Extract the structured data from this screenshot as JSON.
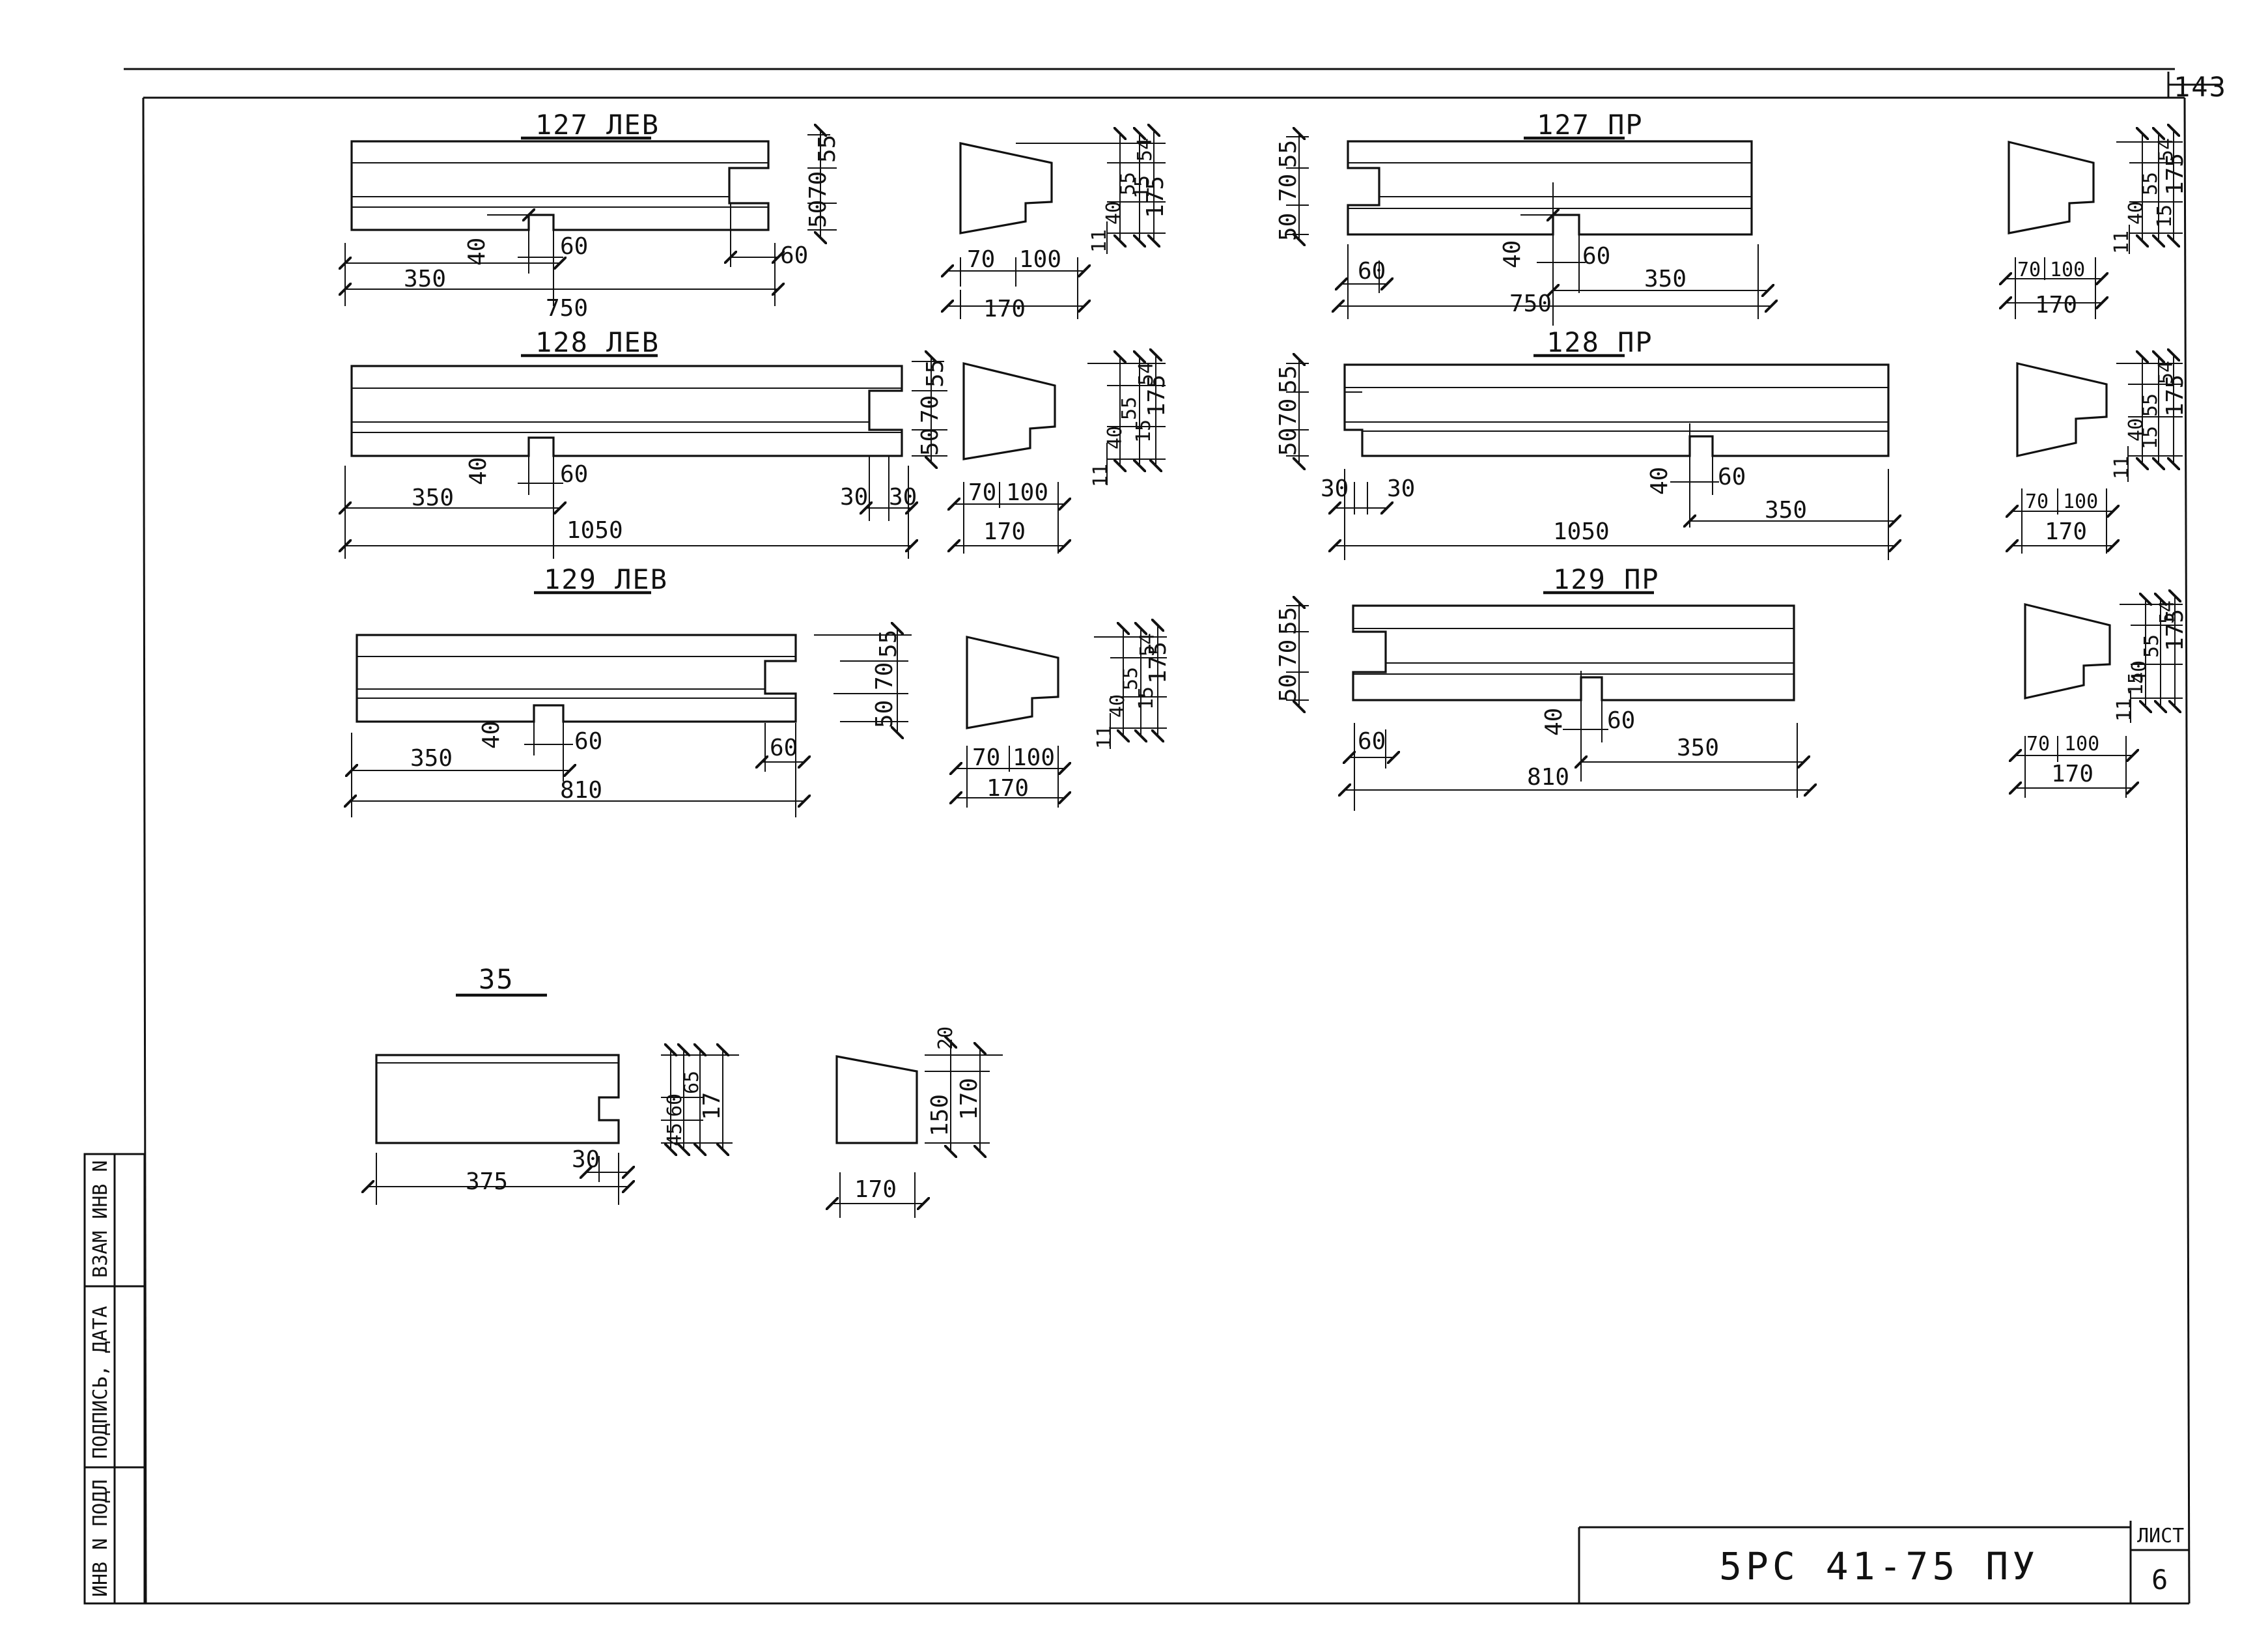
{
  "sheet": {
    "page_number": "143",
    "designation": "5РС 41-75 ПУ",
    "sheet_label": "ЛИСТ",
    "sheet_number": "6",
    "margin_fields": [
      "ИНВ N ПОДЛ",
      "ПОДПИСЬ, ДАТА",
      "ВЗАМ ИНВ N"
    ]
  },
  "parts": {
    "p127l": {
      "title": "127 ЛЕВ",
      "dims": [
        "350",
        "40",
        "60",
        "750",
        "60",
        "55",
        "70",
        "50"
      ],
      "section_dims": [
        "70",
        "100",
        "170",
        "54",
        "55",
        "15",
        "40",
        "175",
        "11"
      ]
    },
    "p128l": {
      "title": "128 ЛЕВ",
      "dims": [
        "350",
        "40",
        "60",
        "1050",
        "30",
        "30",
        "55",
        "70",
        "50"
      ],
      "section_dims": [
        "70",
        "100",
        "170",
        "54",
        "55",
        "15",
        "40",
        "175",
        "11"
      ]
    },
    "p129l": {
      "title": "129 ЛЕВ",
      "dims": [
        "350",
        "40",
        "60",
        "810",
        "60",
        "55",
        "70",
        "50"
      ],
      "section_dims": [
        "70",
        "100",
        "170",
        "54",
        "55",
        "15",
        "40",
        "175",
        "11"
      ]
    },
    "p127r": {
      "title": "127 ПР",
      "dims": [
        "60",
        "40",
        "60",
        "350",
        "750",
        "55",
        "70",
        "50"
      ],
      "section_dims": [
        "70",
        "100",
        "170",
        "54",
        "55",
        "15",
        "40",
        "175",
        "11"
      ]
    },
    "p128r": {
      "title": "128 ПР",
      "dims": [
        "30",
        "30",
        "40",
        "60",
        "350",
        "1050",
        "55",
        "70",
        "50"
      ],
      "section_dims": [
        "70",
        "100",
        "170",
        "54",
        "55",
        "15",
        "40",
        "175",
        "11"
      ]
    },
    "p129r": {
      "title": "129 ПР",
      "dims": [
        "60",
        "40",
        "60",
        "350",
        "810",
        "55",
        "70",
        "50"
      ],
      "section_dims": [
        "70",
        "100",
        "170",
        "54",
        "55",
        "15",
        "40",
        "175",
        "11"
      ]
    },
    "p35": {
      "title": "35",
      "dims": [
        "375",
        "30",
        "65",
        "60",
        "45",
        "17"
      ],
      "section_dims": [
        "20",
        "150",
        "170",
        "170"
      ]
    }
  }
}
